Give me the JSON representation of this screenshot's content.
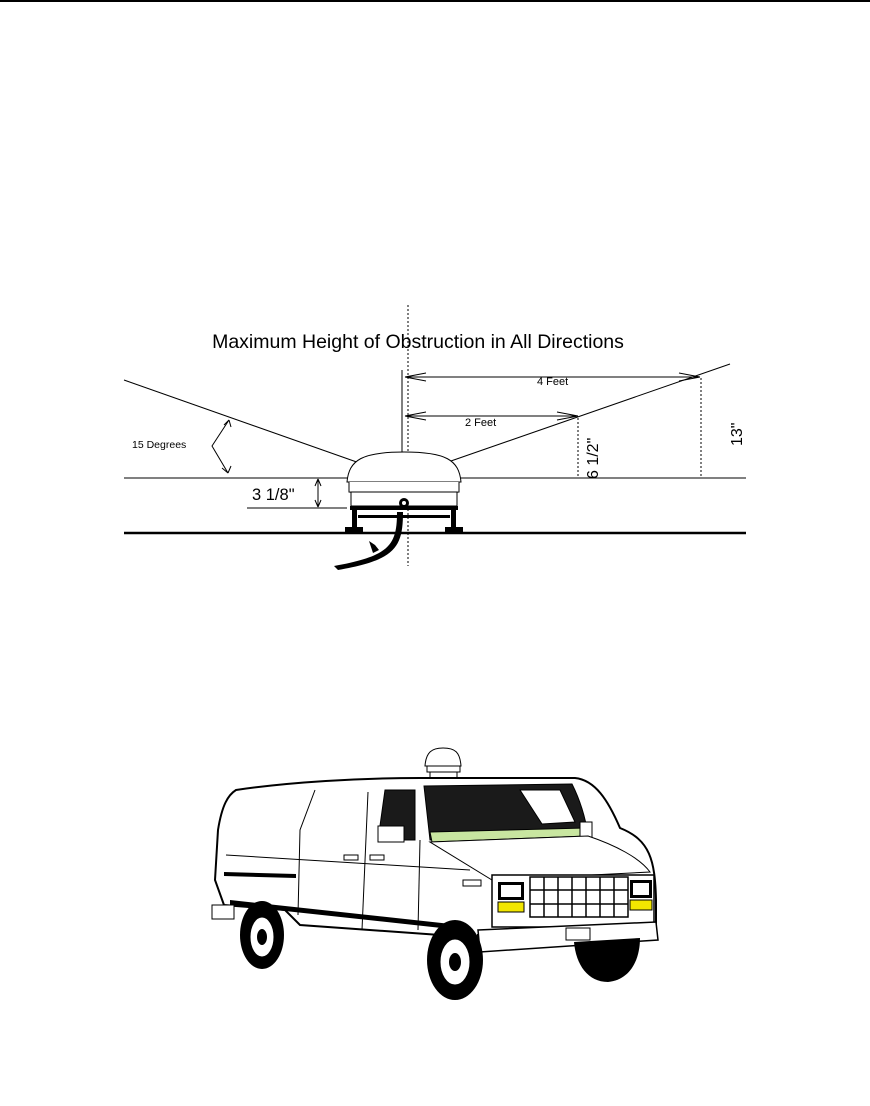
{
  "diagram": {
    "title": "Maximum Height of Obstruction in All Directions",
    "labels": {
      "four_feet": "4 Feet",
      "two_feet": "2 Feet",
      "angle": "15 Degrees",
      "clearance": "3 1/8\"",
      "height_two_feet": "6 1/2\"",
      "height_four_feet": "13\""
    }
  },
  "colors": {
    "line": "#000000",
    "windshield_tint": "#c8e6a0",
    "headlight_amber": "#f2e600"
  },
  "icons": {
    "antenna": "satellite-dome-icon",
    "vehicle": "van-illustration"
  }
}
